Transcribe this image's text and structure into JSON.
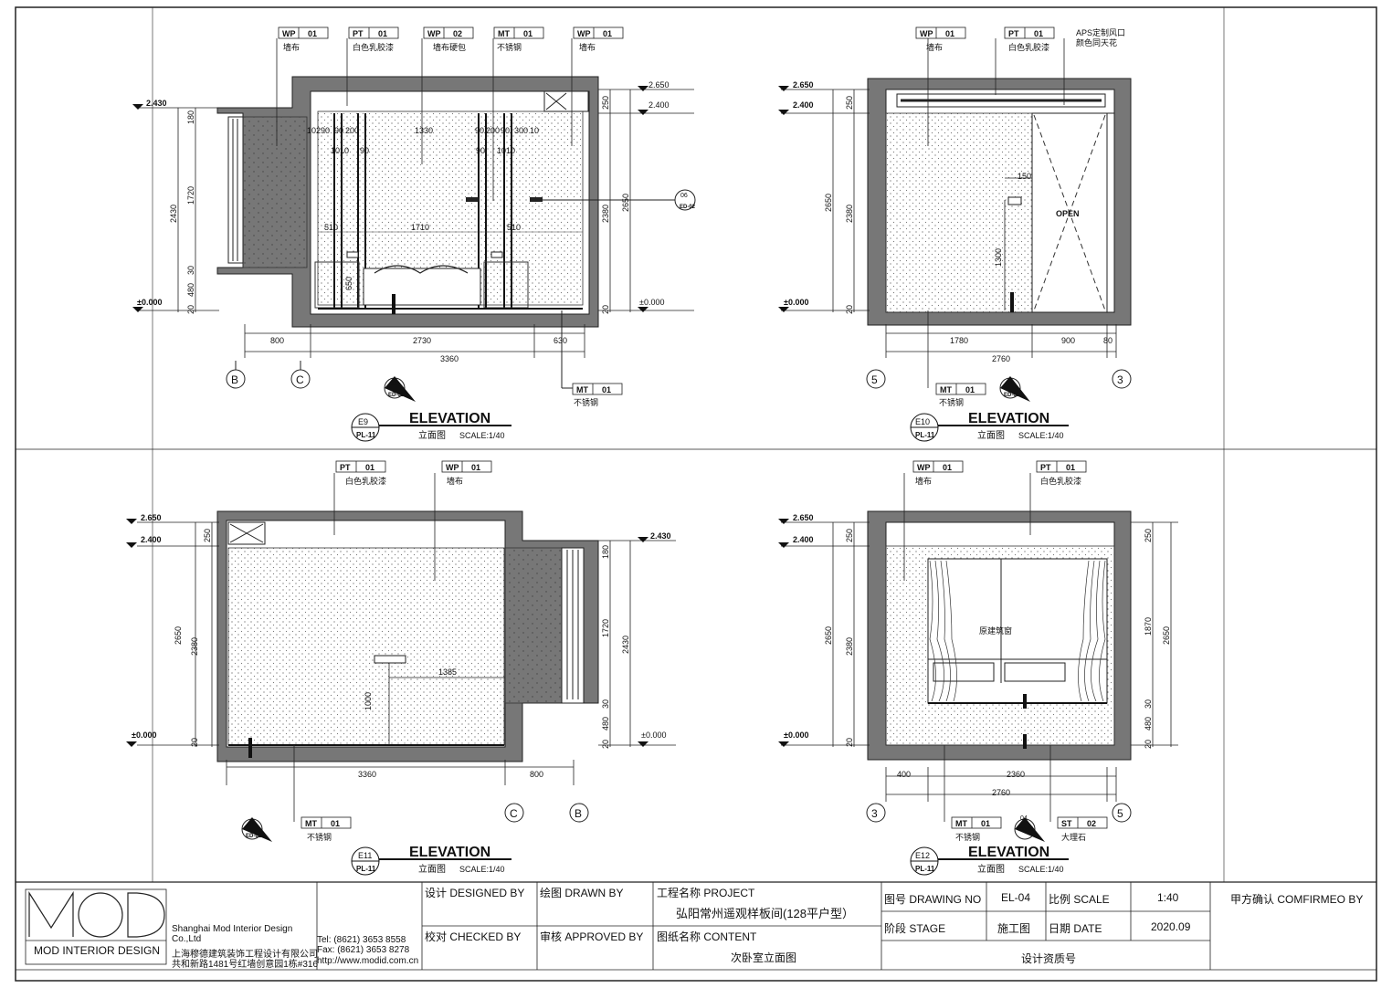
{
  "elevations": [
    {
      "id": "E9",
      "sheet": "PL-11",
      "heading": "ELEVATION",
      "subtitle": "立面图",
      "scale": "SCALE:1/40",
      "tags": [
        {
          "code": "WP",
          "num": "01",
          "label": "墙布"
        },
        {
          "code": "PT",
          "num": "01",
          "label": "白色乳胶漆"
        },
        {
          "code": "WP",
          "num": "02",
          "label": "墙布硬包"
        },
        {
          "code": "MT",
          "num": "01",
          "label": "不锈钢"
        },
        {
          "code": "WP",
          "num": "01",
          "label": "墙布"
        }
      ],
      "bottom_tag": {
        "code": "MT",
        "num": "01",
        "label": "不锈钢"
      },
      "levels": [
        "2.430",
        "±0.000",
        "2.650",
        "2.400",
        "±0.000"
      ],
      "dims_vertical_left": [
        "180",
        "1720",
        "30",
        "480",
        "20",
        "2430"
      ],
      "dims_vertical_right": [
        "250",
        "2380",
        "20",
        "2650"
      ],
      "dims_top": [
        "10",
        "290",
        "90",
        "200",
        "1330",
        "90",
        "200",
        "90",
        "300",
        "10"
      ],
      "dims_mid": [
        "1010",
        "90",
        "90",
        "1010"
      ],
      "dims_inner": [
        "510",
        "1710",
        "510",
        "650"
      ],
      "dims_bottom_row1": [
        "800",
        "2730",
        "630"
      ],
      "dims_bottom_row2": [
        "3360"
      ],
      "grids": [
        "B",
        "C"
      ],
      "callout_side": {
        "num": "06",
        "ref": "ED-02"
      },
      "callout_bottom": {
        "num": "03",
        "ref": "ED-01"
      }
    },
    {
      "id": "E10",
      "sheet": "PL-11",
      "heading": "ELEVATION",
      "subtitle": "立面图",
      "scale": "SCALE:1/40",
      "tags": [
        {
          "code": "WP",
          "num": "01",
          "label": "墙布"
        },
        {
          "code": "PT",
          "num": "01",
          "label": "白色乳胶漆"
        }
      ],
      "note_lines": [
        "APS定制风口",
        "颜色同天花"
      ],
      "bottom_tag": {
        "code": "MT",
        "num": "01",
        "label": "不锈钢"
      },
      "levels": [
        "2.650",
        "2.400",
        "±0.000"
      ],
      "dims_vertical_left": [
        "250",
        "2650",
        "2380",
        "20"
      ],
      "dims_inner": [
        "150",
        "1300"
      ],
      "door_text": "OPEN",
      "dims_bottom_row1": [
        "1780",
        "900",
        "80"
      ],
      "dims_bottom_row2": [
        "2760"
      ],
      "grids": [
        "5",
        "3"
      ],
      "callout_bottom": {
        "num": "01",
        "ref": "ED-01"
      }
    },
    {
      "id": "E11",
      "sheet": "PL-11",
      "heading": "ELEVATION",
      "subtitle": "立面图",
      "scale": "SCALE:1/40",
      "tags": [
        {
          "code": "PT",
          "num": "01",
          "label": "白色乳胶漆"
        },
        {
          "code": "WP",
          "num": "01",
          "label": "墙布"
        }
      ],
      "bottom_tag": {
        "code": "MT",
        "num": "01",
        "label": "不锈钢"
      },
      "levels": [
        "2.650",
        "2.400",
        "±0.000",
        "2.430",
        "±0.000"
      ],
      "dims_vertical_left": [
        "250",
        "2650",
        "2380",
        "20"
      ],
      "dims_vertical_right": [
        "180",
        "1720",
        "2430",
        "30",
        "480",
        "20"
      ],
      "dims_inner": [
        "1385",
        "1000"
      ],
      "dims_bottom_row1": [
        "3360",
        "800"
      ],
      "grids": [
        "C",
        "B"
      ],
      "callout_bottom": {
        "num": "01",
        "ref": "ED-01"
      }
    },
    {
      "id": "E12",
      "sheet": "PL-11",
      "heading": "ELEVATION",
      "subtitle": "立面图",
      "scale": "SCALE:1/40",
      "tags": [
        {
          "code": "WP",
          "num": "01",
          "label": "墙布"
        },
        {
          "code": "PT",
          "num": "01",
          "label": "白色乳胶漆"
        }
      ],
      "bottom_tags": [
        {
          "code": "MT",
          "num": "01",
          "label": "不锈钢"
        },
        {
          "code": "ST",
          "num": "02",
          "label": "大理石"
        }
      ],
      "window_text": "原建筑窗",
      "levels": [
        "2.650",
        "2.400",
        "±0.000"
      ],
      "dims_vertical_left": [
        "250",
        "2650",
        "2380",
        "20"
      ],
      "dims_vertical_right": [
        "250",
        "1870",
        "2650",
        "30",
        "480",
        "20"
      ],
      "dims_bottom_row1": [
        "400",
        "2360"
      ],
      "dims_bottom_row2": [
        "2760"
      ],
      "grids": [
        "3",
        "5"
      ],
      "callout_bottom": {
        "num": "04",
        "ref": "ED-01"
      }
    }
  ],
  "titleblock": {
    "logo_text": "MOD",
    "brand": "MOD INTERIOR DESIGN",
    "company_en_1": "Shanghai Mod Interior Design",
    "company_en_2": "Co.,Ltd",
    "company_cn": "上海穆德建筑装饰工程设计有限公司",
    "address": "共和新路1481号红墙创意园1栋#316",
    "tel": "Tel:  (8621) 3653 8558",
    "fax": "Fax: (8621) 3653 8278",
    "web": "http://www.modid.com.cn",
    "designed_by": "设计 DESIGNED BY",
    "drawn_by": "绘图 DRAWN BY",
    "checked_by": "校对 CHECKED BY",
    "approved_by": "审核 APPROVED BY",
    "project_label": "工程名称 PROJECT",
    "project_value": "弘阳常州遥观样板间(128平户型）",
    "content_label": "图纸名称 CONTENT",
    "content_value": "次卧室立面图",
    "drawing_no_label": "图号 DRAWING NO",
    "drawing_no_value": "EL-04",
    "scale_label": "比例 SCALE",
    "scale_value": "1:40",
    "stage_label": "阶段 STAGE",
    "stage_value": "施工图",
    "date_label": "日期 DATE",
    "date_value": "2020.09",
    "qualification": "设计资质号",
    "confirm": "甲方确认 COMFIRMEO BY"
  }
}
